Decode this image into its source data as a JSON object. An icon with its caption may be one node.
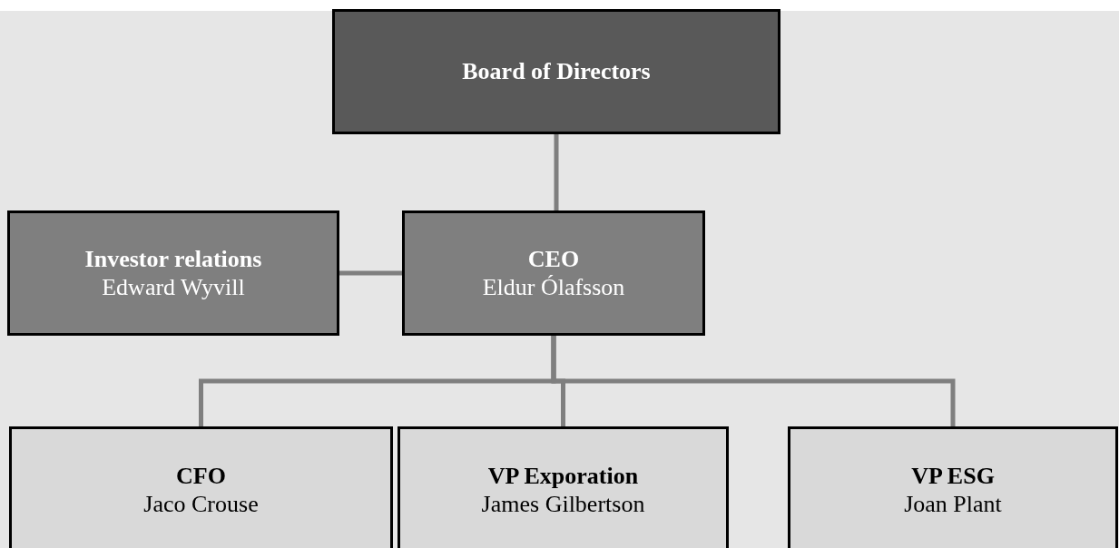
{
  "diagram": {
    "nodes": [
      {
        "text": [
          "Board of Directors"
        ]
      },
      {
        "text": [
          "Investor relations",
          "Edward Wyvill"
        ]
      },
      {
        "text": [
          "CEO",
          "Eldur Ólafsson"
        ]
      },
      {
        "text": [
          "CFO",
          "Jaco Crouse"
        ]
      },
      {
        "text": [
          "VP Exporation",
          "James Gilbertson"
        ]
      },
      {
        "text": [
          "VP ESG",
          "Joan Plant"
        ]
      }
    ],
    "edges": [
      {
        "from": 0,
        "to": 2,
        "arrow": "none"
      },
      {
        "from": 1,
        "to": 2,
        "arrow": "none"
      },
      {
        "from": 2,
        "to": 3,
        "arrow": "none"
      },
      {
        "from": 2,
        "to": 4,
        "arrow": "none"
      },
      {
        "from": 2,
        "to": 5,
        "arrow": "none"
      }
    ]
  }
}
